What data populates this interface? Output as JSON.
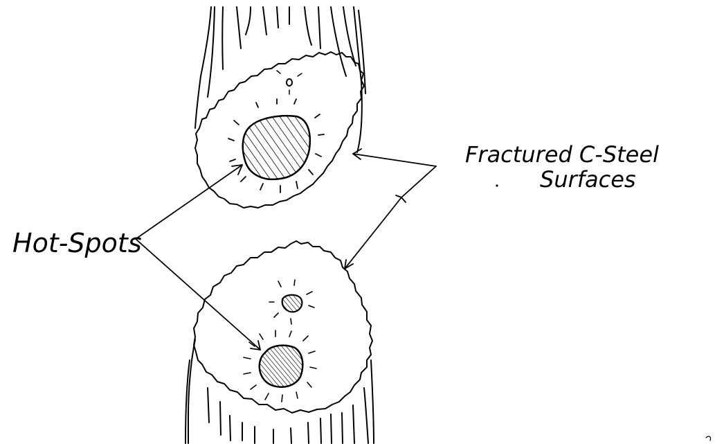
{
  "labels": {
    "hot_spots": "Hot-Spots",
    "fractured_line1": "Fractured C-Steel",
    "fractured_line2": "Surfaces"
  },
  "colors": {
    "ink": "#000000",
    "background": "#ffffff"
  }
}
